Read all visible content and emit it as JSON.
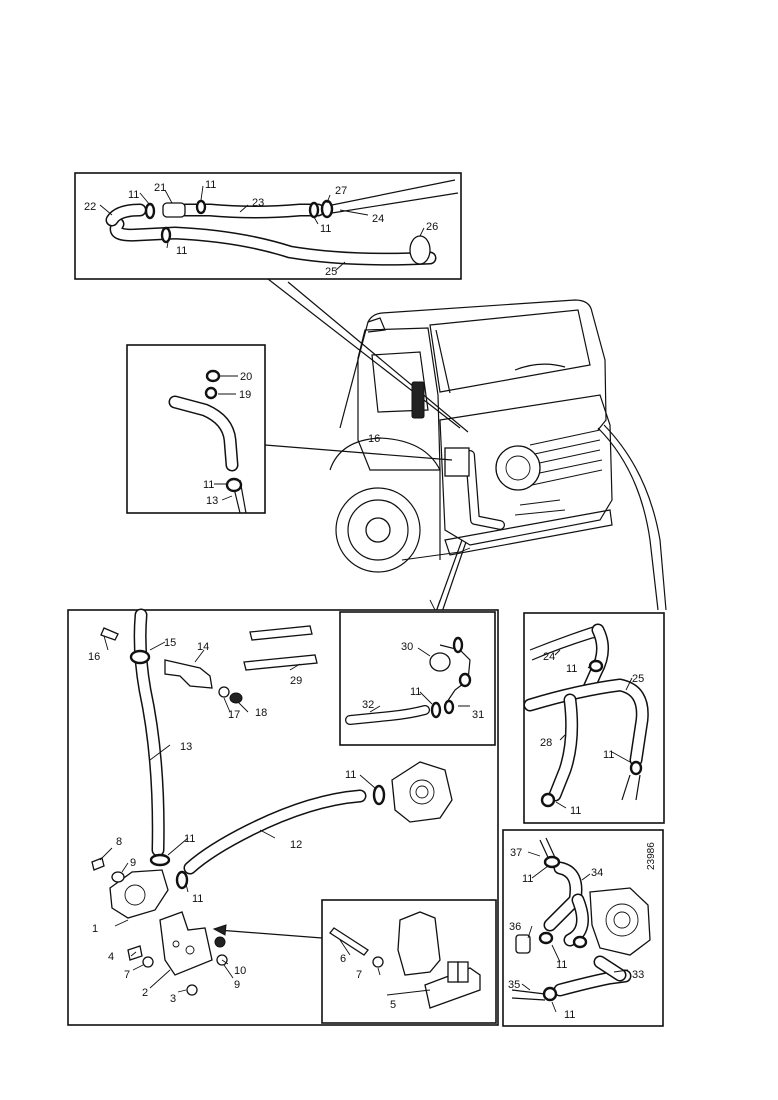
{
  "labels": {
    "p1": "1",
    "p2": "2",
    "p3": "3",
    "p4": "4",
    "p5": "5",
    "p6": "6",
    "p7": "7",
    "p7b": "7",
    "p8": "8",
    "p9": "9",
    "p9b": "9",
    "p10": "10",
    "p11": "11",
    "p12": "12",
    "p13": "13",
    "p13b": "13",
    "p14": "14",
    "p15": "15",
    "p16": "16",
    "p17": "17",
    "p18": "18",
    "p19": "19",
    "p20": "20",
    "p21": "21",
    "p22": "22",
    "p23": "23",
    "p24": "24",
    "p24b": "24",
    "p25": "25",
    "p25b": "25",
    "p26": "26",
    "p27": "27",
    "p28": "28",
    "p29": "29",
    "p30": "30",
    "p31": "31",
    "p32": "32",
    "p33": "33",
    "p34": "34",
    "p35": "35",
    "p36": "36",
    "p37": "37"
  },
  "drawing_code": "23986"
}
